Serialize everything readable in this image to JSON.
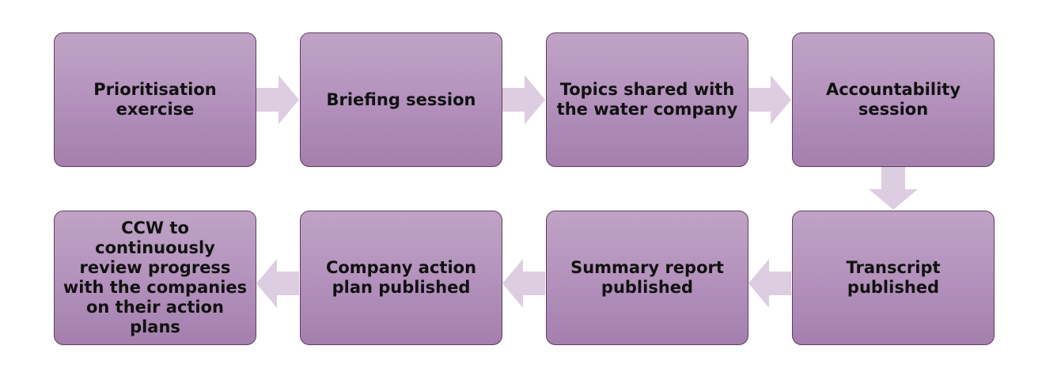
{
  "colors": {
    "box_fill_top": "#c0a3c6",
    "box_fill_bottom": "#a47fae",
    "box_border": "#5e3f5c",
    "arrow_fill": "#ddcde0",
    "text": "#111111"
  },
  "steps": [
    {
      "label": "Prioritisation exercise"
    },
    {
      "label": "Briefing session"
    },
    {
      "label": "Topics shared with the water company"
    },
    {
      "label": "Accountability session"
    },
    {
      "label": "Transcript published"
    },
    {
      "label": "Summary report published"
    },
    {
      "label": "Company action plan published"
    },
    {
      "label": "CCW to continuously review progress with the companies on their action plans"
    }
  ],
  "connectors": [
    {
      "from": 1,
      "to": 2,
      "icon": "arrow-right-icon"
    },
    {
      "from": 2,
      "to": 3,
      "icon": "arrow-right-icon"
    },
    {
      "from": 3,
      "to": 4,
      "icon": "arrow-right-icon"
    },
    {
      "from": 4,
      "to": 5,
      "icon": "arrow-down-icon"
    },
    {
      "from": 5,
      "to": 6,
      "icon": "arrow-left-icon"
    },
    {
      "from": 6,
      "to": 7,
      "icon": "arrow-left-icon"
    },
    {
      "from": 7,
      "to": 8,
      "icon": "arrow-left-icon"
    }
  ]
}
